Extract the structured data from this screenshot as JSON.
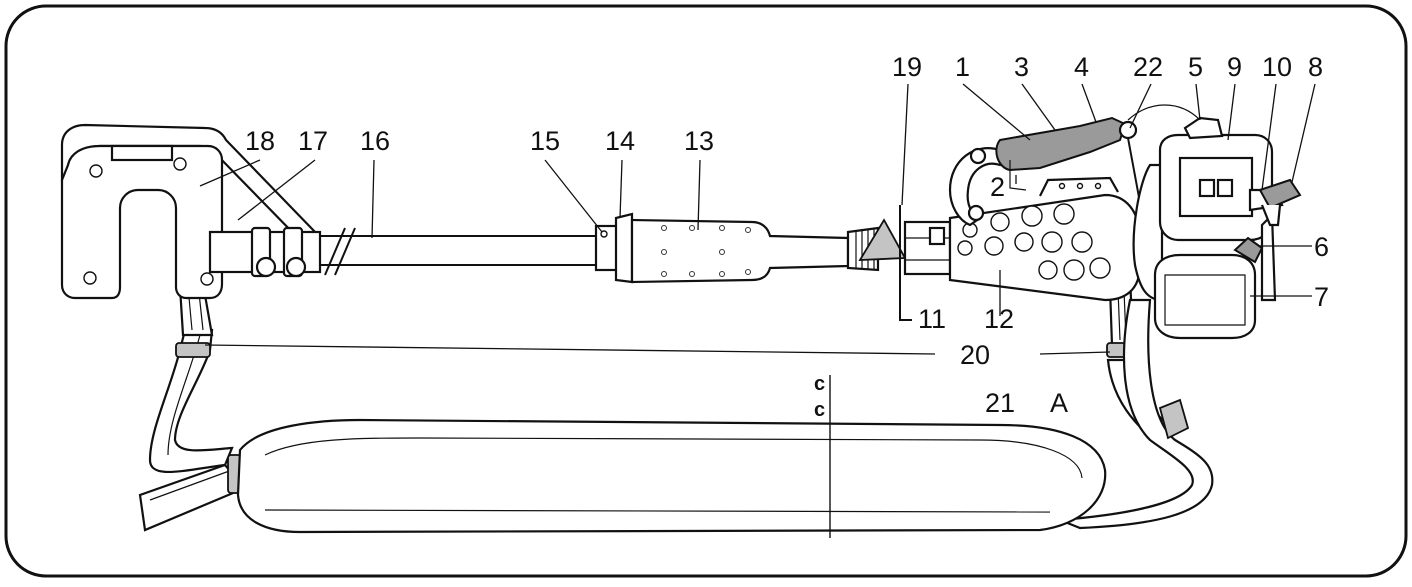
{
  "diagram": {
    "labels": {
      "l1": "1",
      "l2": "2",
      "l3": "3",
      "l4": "4",
      "l5": "5",
      "l6": "6",
      "l7": "7",
      "l8": "8",
      "l9": "9",
      "l10": "10",
      "l11": "11",
      "l12": "12",
      "l13": "13",
      "l14": "14",
      "l15": "15",
      "l16": "16",
      "l17": "17",
      "l18": "18",
      "l19": "19",
      "l20": "20",
      "l21": "21",
      "l22": "22",
      "lA": "A",
      "c1": "c",
      "c2": "c"
    },
    "colors": {
      "line": "#111111",
      "shade": "#9a9a9a",
      "background": "#ffffff"
    }
  }
}
